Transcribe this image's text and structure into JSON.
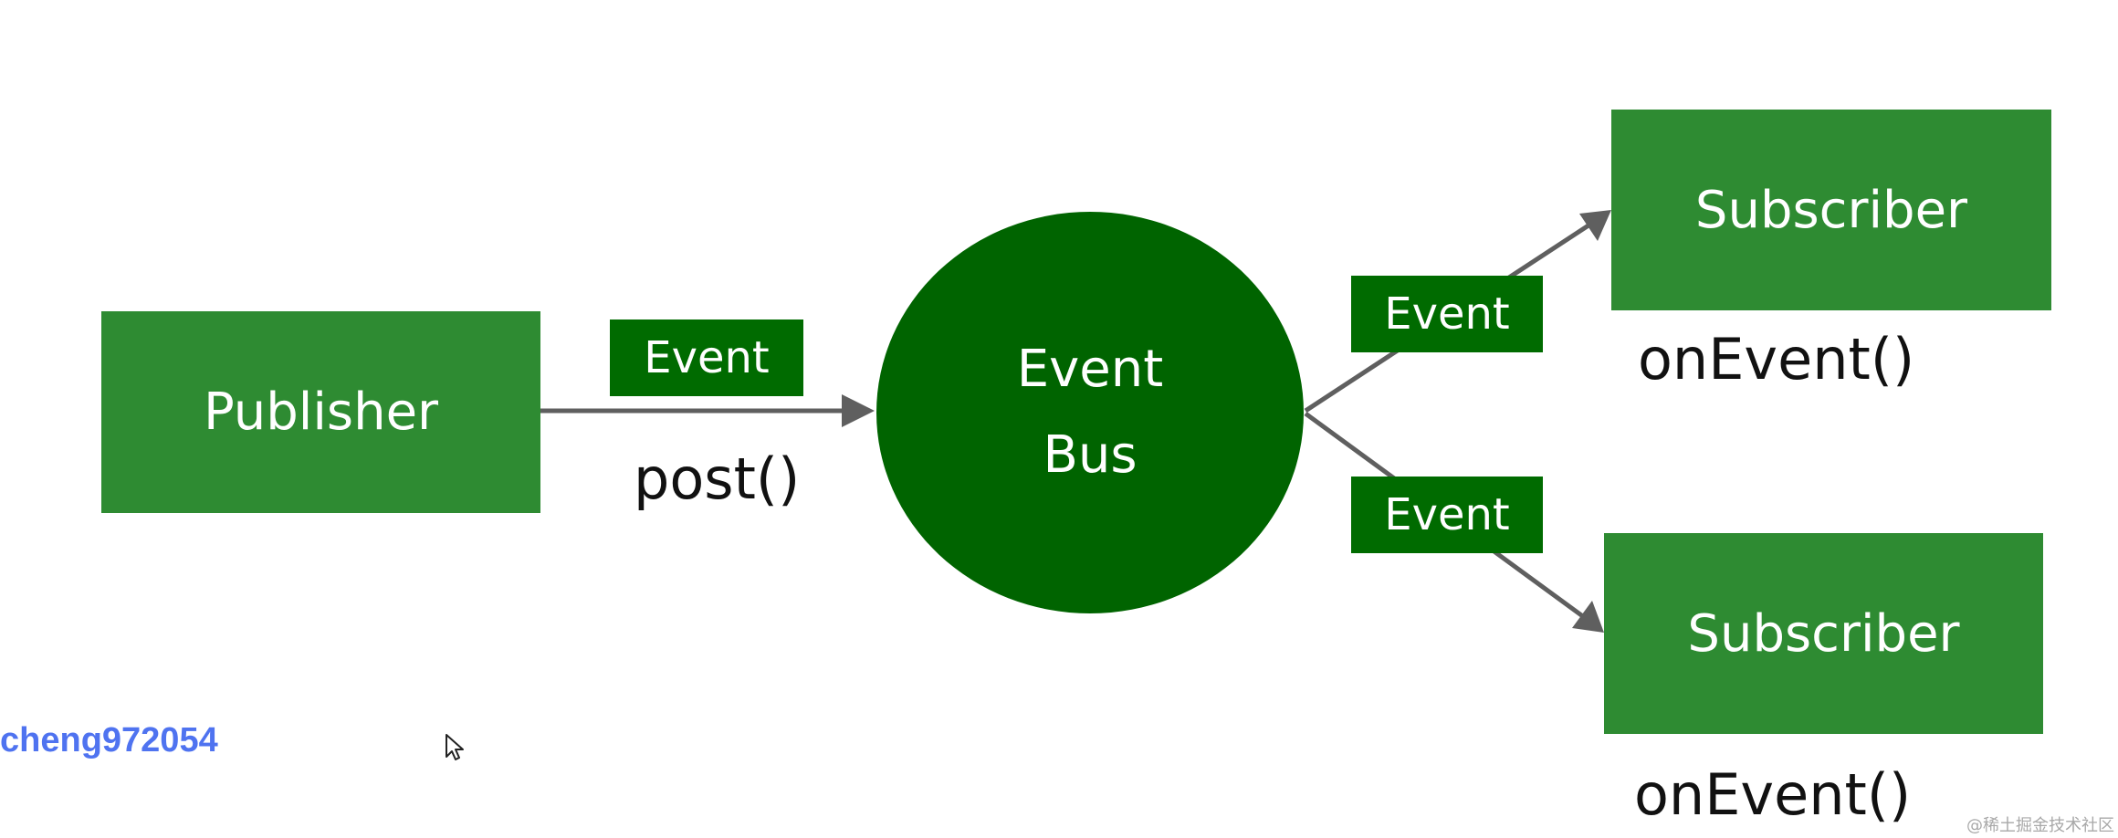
{
  "colors": {
    "box_green": "#2e8b32",
    "tag_green": "#006b00",
    "bus_green": "#006400",
    "arrow_gray": "#5f5f5f",
    "username_blue": "#4f73f0"
  },
  "publisher": {
    "label": "Publisher"
  },
  "event_bus": {
    "line1": "Event",
    "line2": "Bus"
  },
  "subscribers": [
    {
      "label": "Subscriber",
      "method": "onEvent()"
    },
    {
      "label": "Subscriber",
      "method": "onEvent()"
    }
  ],
  "event_tags": [
    {
      "label": "Event"
    },
    {
      "label": "Event"
    },
    {
      "label": "Event"
    }
  ],
  "post_method": "post()",
  "overlay": {
    "username": "cheng972054",
    "cursor_icon": "mouse-pointer-icon",
    "watermark": "@稀土掘金技术社区"
  }
}
